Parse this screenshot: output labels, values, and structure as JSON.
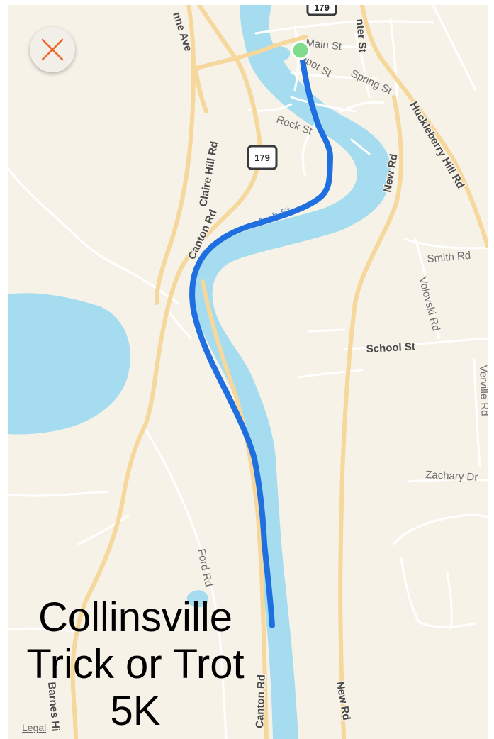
{
  "map": {
    "colors": {
      "land": "#f7f2e8",
      "water": "#a6dcef",
      "road_major": "#f6d79c",
      "road_minor": "#ffffff",
      "route": "#1f6fe0",
      "start_marker": "#7fdc8c",
      "close_icon": "#f06529"
    },
    "road_labels": {
      "main_st": "Main St",
      "center_st": "nter St",
      "depot_st": "epot St",
      "spring_st": "Spring St",
      "rock_st": "Rock St",
      "huckleberry_hill_rd": "Huckleberry Hill Rd",
      "new_rd_north": "New Rd",
      "new_rd_south": "New Rd",
      "claire_hill_rd": "Claire Hill Rd",
      "canton_rd_north": "Canton Rd",
      "canton_rd_south": "Canton Rd",
      "arch_st": "Arch St",
      "smith_rd": "Smith Rd",
      "volovski_rd": "Volovski Rd",
      "school_st": "School St",
      "verville_rd": "Verville Rd",
      "zachary_dr": "Zachary Dr",
      "ford_rd": "Ford Rd",
      "barnes_hill": "Barnes Hi",
      "anne_ave": "nne Ave"
    },
    "route_shields": {
      "top": "179",
      "middle": "179"
    }
  },
  "close_button": {
    "icon": "close-icon"
  },
  "race_title": {
    "line1": "Collinsville",
    "line2": "Trick or Trot",
    "line3": "5K"
  },
  "legal_link": "Legal"
}
